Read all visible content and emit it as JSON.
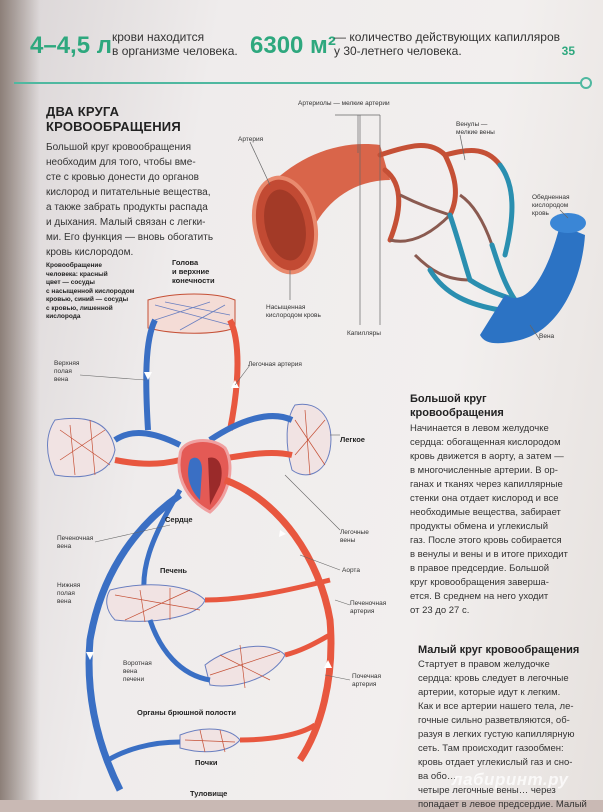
{
  "header": {
    "stat1_value": "4–4,5 л",
    "stat1_text": [
      "крови находится",
      "в организме человека."
    ],
    "stat2_value": "6300 м²",
    "stat2_text": [
      "— количество действующих капилляров",
      "у 30-летнего человека."
    ],
    "page_number": "35"
  },
  "title": [
    "ДВА КРУГА",
    "КРОВООБРАЩЕНИЯ"
  ],
  "intro": [
    "Большой круг кровообращения",
    "необходим для того, чтобы вме-",
    "сте с кровью донести до органов",
    "кислород и питательные вещества,",
    "а также забрать продукты распада",
    "и дыхания. Малый связан с легки-",
    "ми. Его функция — вновь обогатить",
    "кровь кислородом."
  ],
  "vessel_labels": {
    "arterioles": "Артериолы — мелкие артерии",
    "artery": "Артерия",
    "venules": [
      "Венулы —",
      "мелкие вены"
    ],
    "depleted": [
      "Обедненная",
      "кислородом",
      "кровь"
    ],
    "saturated": [
      "Насыщенная",
      "кислородом кровь"
    ],
    "capillaries": "Капилляры",
    "vein": "Вена"
  },
  "legend": [
    "Кровообращение",
    "человека: красный",
    "цвет — сосуды",
    "с насыщенной кислородом",
    "кровью, синий — сосуды",
    "с кровью, лишенной",
    "кислорода"
  ],
  "diagram_labels": {
    "head": [
      "Голова",
      "и верхние",
      "конечности"
    ],
    "svc": [
      "Верхняя",
      "полая",
      "вена"
    ],
    "pulm_artery": "Легочная артерия",
    "lung": "Легкое",
    "heart": "Сердце",
    "pulm_veins": [
      "Легочные",
      "вены"
    ],
    "hepatic_vein": [
      "Печеночная",
      "вена"
    ],
    "liver": "Печень",
    "aorta": "Аорта",
    "ivc": [
      "Нижняя",
      "полая",
      "вена"
    ],
    "hepatic_artery": [
      "Печеночная",
      "артерия"
    ],
    "portal_vein": [
      "Воротная",
      "вена",
      "печени"
    ],
    "renal_artery": [
      "Почечная",
      "артерия"
    ],
    "abdominal": "Органы брюшной полости",
    "kidneys": "Почки",
    "torso": "Туловище"
  },
  "big_circle": {
    "title": [
      "Большой круг",
      "кровообращения"
    ],
    "body": [
      "Начинается в левом желудочке",
      "сердца: обогащенная кислородом",
      "кровь движется в аорту, а затем —",
      "в многочисленные артерии. В ор-",
      "ганах и тканях через капиллярные",
      "стенки она отдает кислород и все",
      "необходимые вещества, забирает",
      "продукты обмена и углекислый",
      "газ. После этого кровь собирается",
      "в венулы и вены и в итоге приходит",
      "в правое предсердие. Большой",
      "круг кровообращения заверша-",
      "ется. В среднем на него уходит",
      "от 23 до 27 с."
    ]
  },
  "small_circle": {
    "title": "Малый круг кровообращения",
    "body": [
      "Стартует в правом желудочке",
      "сердца: кровь следует в легочные",
      "артерии, которые идут к легким.",
      "Как и все артерии нашего тела, ле-",
      "гочные сильно разветвляются, об-",
      "разуя в легких густую капиллярную",
      "сеть. Там происходит газообмен:",
      "кровь отдает углекислый газ и сно-",
      "ва обо…",
      "четыре легочные вены… через",
      "попадает в левое предсердие. Малый"
    ]
  },
  "watermark": "лабиринт.ру",
  "colors": {
    "accent": "#2ea87e",
    "artery": "#e8573f",
    "vein": "#3a6fc4",
    "rule": "#4fb8a0"
  }
}
